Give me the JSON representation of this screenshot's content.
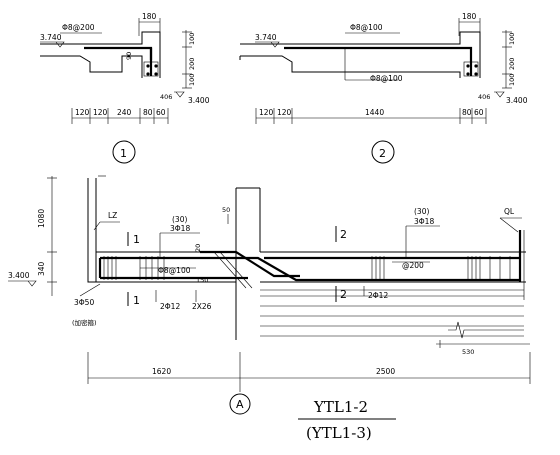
{
  "detail1": {
    "dims_top": [
      "180"
    ],
    "rebar": "Φ8@200",
    "elev_top": "3.740",
    "elev_bot": "3.400",
    "dims_v": [
      "100",
      "200",
      "100"
    ],
    "dim_90": "90",
    "dim_406": "406",
    "dims_bottom": [
      "120",
      "120",
      "240",
      "80",
      "60"
    ],
    "label": "1"
  },
  "detail2": {
    "dims_top": [
      "180"
    ],
    "rebar_top": "Φ8@100",
    "rebar_mid": "Φ8@100",
    "elev_top": "3.740",
    "elev_bot": "3.400",
    "dims_v": [
      "100",
      "200",
      "100"
    ],
    "dim_406": "406",
    "dims_bottom": [
      "120",
      "120",
      "1440",
      "80",
      "60"
    ],
    "label": "2"
  },
  "main": {
    "dims_left": [
      "1080",
      "340"
    ],
    "elev": "3.400",
    "lz": "LZ",
    "ql": "QL",
    "sec1_top": "1",
    "sec1_bot": "1",
    "sec2_top": "2",
    "sec2_bot": "2",
    "left_top_bar_a": "(30)",
    "left_top_bar_b": "3Φ18",
    "right_top_bar_a": "(30)",
    "right_top_bar_b": "3Φ18",
    "dim_50": "50",
    "dim_20": "20",
    "dim_150": "150",
    "stirrup_left": "Φ8@100",
    "stirrup_right": "@200",
    "bot_left": "2Φ12",
    "bot_right": "2Φ12",
    "bent": "2X26",
    "lz_bar": "3Φ50",
    "note": "(加密箍)",
    "dim_left_span": "1620",
    "dim_right_span": "2500",
    "small_dim": "530",
    "axis": "A"
  },
  "title": {
    "line1": "YTL1-2",
    "line2": "(YTL1-3)"
  }
}
